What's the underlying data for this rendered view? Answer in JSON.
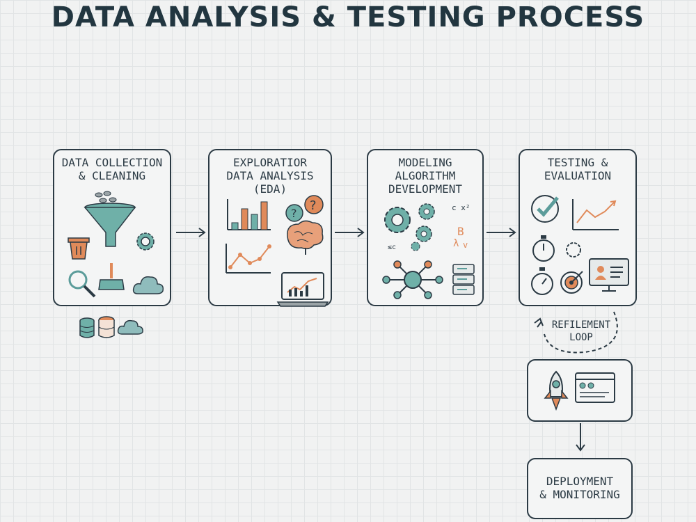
{
  "title": "DATA ANALYSIS & TESTING PROCESS",
  "stages": [
    {
      "label": "DATA COLLECTION\n& CLEANING"
    },
    {
      "label": "EXPLORATIOR\nDATA ANALYSIS\n(EDA)"
    },
    {
      "label": "MODELING\nALGORITHM\nDEVELOPMENT"
    },
    {
      "label": "TESTING &\nEVALUATION"
    }
  ],
  "refinement_loop": {
    "label": "REFILEMENT\nLOOP"
  },
  "deployment": {
    "label": "DEPLOYMENT\n& MONITORING"
  },
  "colors": {
    "teal": "#5b9c9a",
    "orange": "#e08a5a",
    "dark": "#2b3a44",
    "cloud": "#8fbcbc"
  }
}
